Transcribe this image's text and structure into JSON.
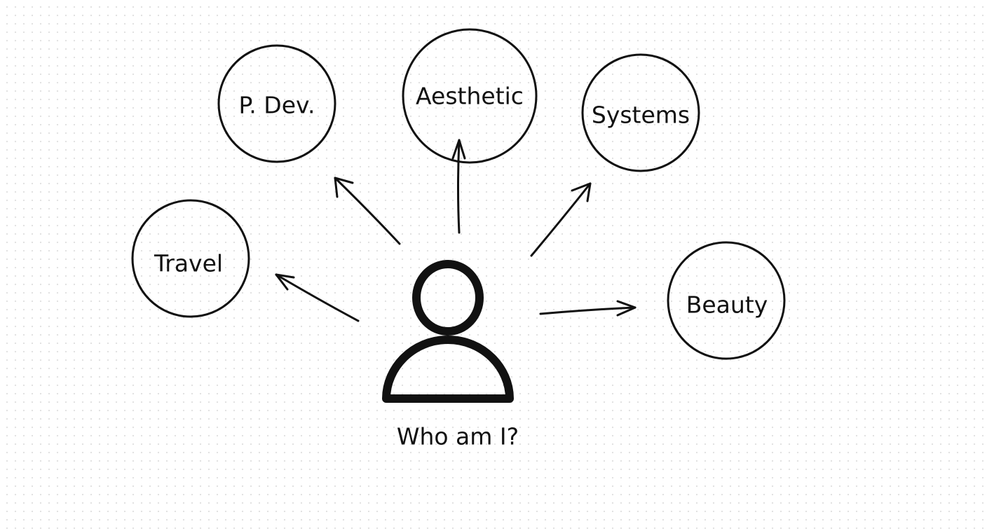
{
  "diagram": {
    "center": {
      "icon": "person-icon",
      "label": "Who am I?"
    },
    "nodes": [
      {
        "id": "p-dev",
        "label": "P. Dev."
      },
      {
        "id": "aesthetic",
        "label": "Aesthetic"
      },
      {
        "id": "systems",
        "label": "Systems"
      },
      {
        "id": "travel",
        "label": "Travel"
      },
      {
        "id": "beauty",
        "label": "Beauty"
      }
    ],
    "edges": [
      {
        "from": "center",
        "to": "p-dev"
      },
      {
        "from": "center",
        "to": "aesthetic"
      },
      {
        "from": "center",
        "to": "systems"
      },
      {
        "from": "center",
        "to": "travel"
      },
      {
        "from": "center",
        "to": "beauty"
      }
    ]
  },
  "style": {
    "stroke_color": "#111111",
    "background_color": "#ffffff",
    "dot_color": "#e2e2e2"
  }
}
